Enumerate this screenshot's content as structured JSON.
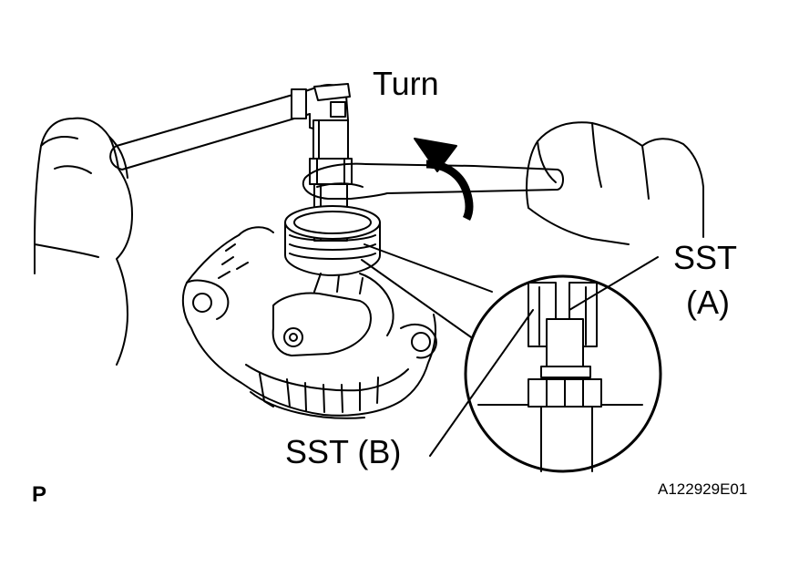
{
  "figure": {
    "labels": {
      "turn": "Turn",
      "sst_a_line1": "SST",
      "sst_a_line2": "(A)",
      "sst_b": "SST (B)",
      "corner_mark": "P",
      "figure_code": "A122929E01"
    },
    "colors": {
      "ink": "#000000",
      "paper": "#ffffff"
    }
  }
}
